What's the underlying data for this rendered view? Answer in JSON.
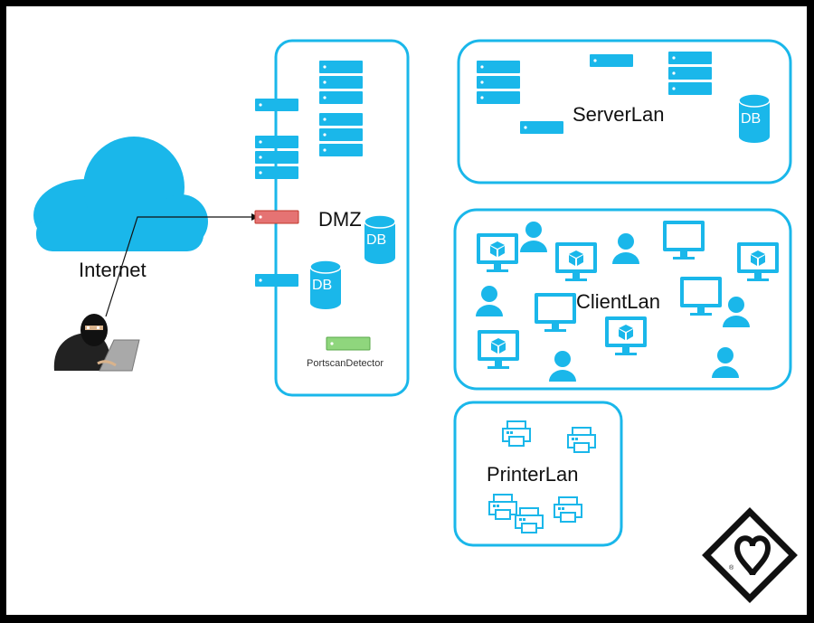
{
  "zones": {
    "internet": "Internet",
    "dmz": "DMZ",
    "server_lan": "ServerLan",
    "client_lan": "ClientLan",
    "printer_lan": "PrinterLan"
  },
  "nodes": {
    "portscan_detector": "PortscanDetector",
    "db_label": "DB"
  },
  "colors": {
    "accent": "#1ab7ea",
    "alert": "#e57373",
    "detector": "#8fd67d",
    "background": "#ffffff",
    "frame": "#000000"
  },
  "icons": [
    "cloud-icon",
    "hacker-icon",
    "server-icon",
    "database-icon",
    "monitor-icon",
    "user-icon",
    "printer-icon",
    "logo-icon"
  ]
}
